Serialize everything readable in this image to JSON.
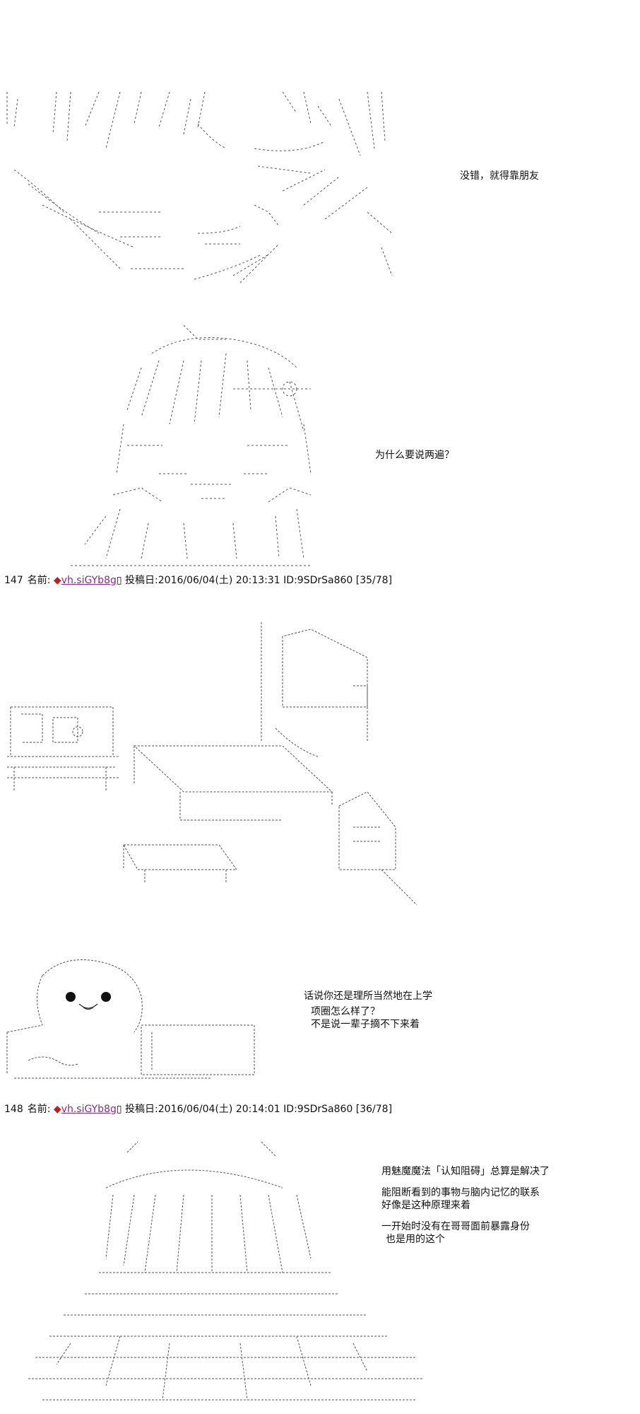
{
  "posts": [
    {
      "captions": [
        "没错，就得靠朋友"
      ]
    },
    {
      "captions": [
        "为什么要说两遍？"
      ]
    },
    {
      "header": {
        "number": "147",
        "label": "名前:",
        "trip_mark": "◆",
        "trip": "vh.siGYb8g",
        "mark": "▯",
        "posted_label": "投稿日:",
        "date": "2016/06/04(土) 20:13:31",
        "id": "ID:9SDrSa860",
        "counter": "[35/78]"
      }
    },
    {
      "captions": [
        "话说你还是理所当然地在上学",
        "项圈怎么样了？",
        "不是说一辈子摘不下来着"
      ]
    },
    {
      "header": {
        "number": "148",
        "label": "名前:",
        "trip_mark": "◆",
        "trip": "vh.siGYb8g",
        "mark": "▯",
        "posted_label": "投稿日:",
        "date": "2016/06/04(土) 20:14:01",
        "id": "ID:9SDrSa860",
        "counter": "[36/78]"
      }
    },
    {
      "captions": [
        "用魅魔魔法「认知阻碍」总算是解决了",
        "能阻断看到的事物与脑内记忆的联系",
        "好像是这种原理来着",
        "一开始时没有在哥哥面前暴露身份",
        "也是用的这个"
      ]
    }
  ]
}
